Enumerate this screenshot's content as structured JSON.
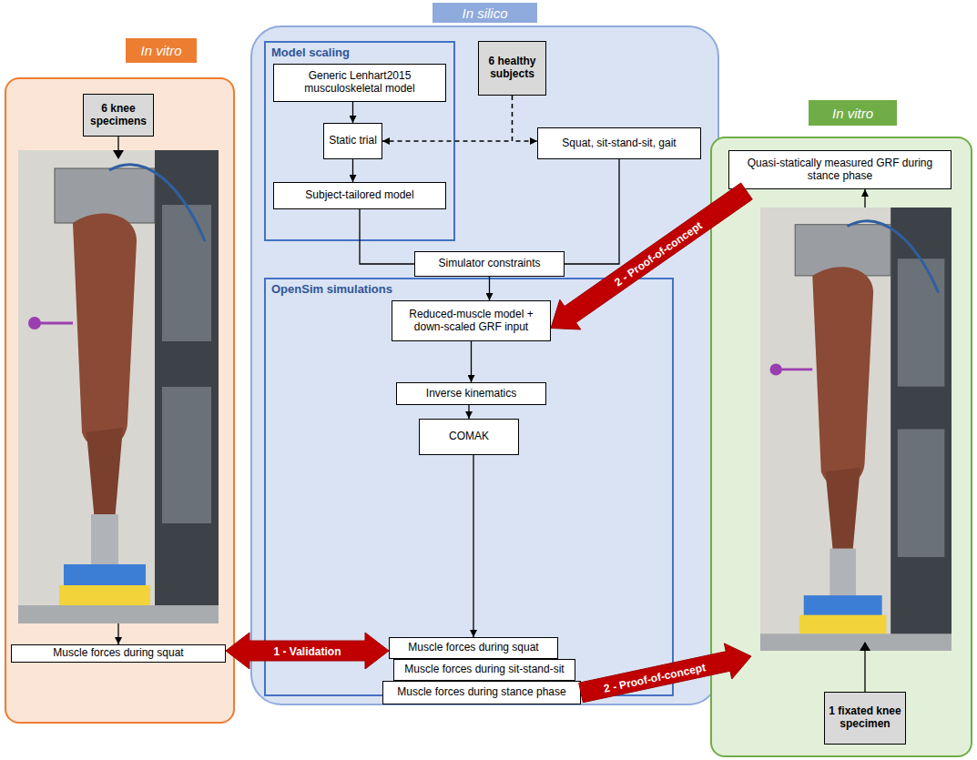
{
  "diagram": {
    "nodes": [
      {
        "text": [
          "In vitro"
        ]
      },
      {
        "text": [
          "6 knee specimens"
        ],
        "in": 0
      },
      {
        "text": [
          "Muscle forces during squat"
        ],
        "in": 0
      },
      {
        "text": [
          "In silico"
        ]
      },
      {
        "text": [
          "Model scaling"
        ],
        "in": 3
      },
      {
        "text": [
          "Generic Lenhart2015 musculoskeletal model"
        ],
        "in": 4
      },
      {
        "text": [
          "Static trial"
        ],
        "in": 4
      },
      {
        "text": [
          "Subject-tailored model"
        ],
        "in": 4
      },
      {
        "text": [
          "6 healthy subjects"
        ],
        "in": 3
      },
      {
        "text": [
          "Squat, sit-stand-sit, gait"
        ],
        "in": 3
      },
      {
        "text": [
          "Simulator constraints"
        ],
        "in": 3
      },
      {
        "text": [
          "OpenSim simulations"
        ],
        "in": 3
      },
      {
        "text": [
          "Reduced-muscle model + down-scaled GRF input"
        ],
        "in": 11
      },
      {
        "text": [
          "Inverse kinematics"
        ],
        "in": 11
      },
      {
        "text": [
          "COMAK"
        ],
        "in": 11
      },
      {
        "text": [
          "Muscle forces during squat"
        ],
        "in": 11
      },
      {
        "text": [
          "Muscle forces during sit-stand-sit"
        ],
        "in": 11
      },
      {
        "text": [
          "Muscle forces during stance phase"
        ],
        "in": 11
      },
      {
        "text": [
          "In vitro"
        ]
      },
      {
        "text": [
          "Quasi-statically measured GRF during stance phase"
        ],
        "in": 18
      },
      {
        "text": [
          "1 fixated knee specimen"
        ],
        "in": 18
      }
    ],
    "edges": [
      {
        "from": 1,
        "to": 2,
        "arrow": "to"
      },
      {
        "from": 5,
        "to": 6,
        "arrow": "to"
      },
      {
        "from": 6,
        "to": 7,
        "arrow": "to"
      },
      {
        "from": 8,
        "to": 6,
        "arrow": "to"
      },
      {
        "from": 8,
        "to": 9,
        "arrow": "to"
      },
      {
        "from": 7,
        "to": 10,
        "arrow": "none"
      },
      {
        "from": 9,
        "to": 10,
        "arrow": "none"
      },
      {
        "from": 10,
        "to": 12,
        "arrow": "to"
      },
      {
        "from": 12,
        "to": 13,
        "arrow": "to"
      },
      {
        "from": 13,
        "to": 14,
        "arrow": "to"
      },
      {
        "from": 14,
        "to": 15,
        "arrow": "to"
      },
      {
        "from": 2,
        "to": 15,
        "label": "1 - Validation",
        "arrow": "both"
      },
      {
        "from": 19,
        "to": 12,
        "label": "2 - Proof-of-concept",
        "arrow": "to"
      },
      {
        "from": 17,
        "to": 18,
        "label": "2 - Proof-of-concept",
        "arrow": "to"
      },
      {
        "from": 20,
        "to": 19,
        "arrow": "to"
      }
    ]
  }
}
